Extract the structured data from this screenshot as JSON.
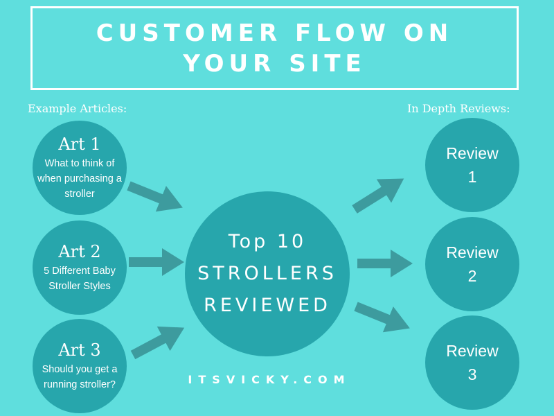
{
  "title": {
    "line1": "CUSTOMER FLOW ON",
    "line2": "YOUR SITE"
  },
  "labels": {
    "left": "Example Articles:",
    "right": "In Depth Reviews:"
  },
  "articles": [
    {
      "title": "Art 1",
      "desc": "What to think of when purchasing a stroller"
    },
    {
      "title": "Art 2",
      "desc": "5 Different Baby Stroller Styles"
    },
    {
      "title": "Art 3",
      "desc": "Should you get a running stroller?"
    }
  ],
  "center": {
    "line1": "Top 10",
    "line2": "STROLLERS",
    "line3": "REVIEWED"
  },
  "reviews": [
    {
      "label": "Review",
      "num": "1"
    },
    {
      "label": "Review",
      "num": "2"
    },
    {
      "label": "Review",
      "num": "3"
    }
  ],
  "footer": "ITSVICKY.COM",
  "colors": {
    "background": "#5fdedd",
    "circle": "#27a6ac",
    "arrow": "#3d9b9e",
    "text": "#ffffff"
  }
}
